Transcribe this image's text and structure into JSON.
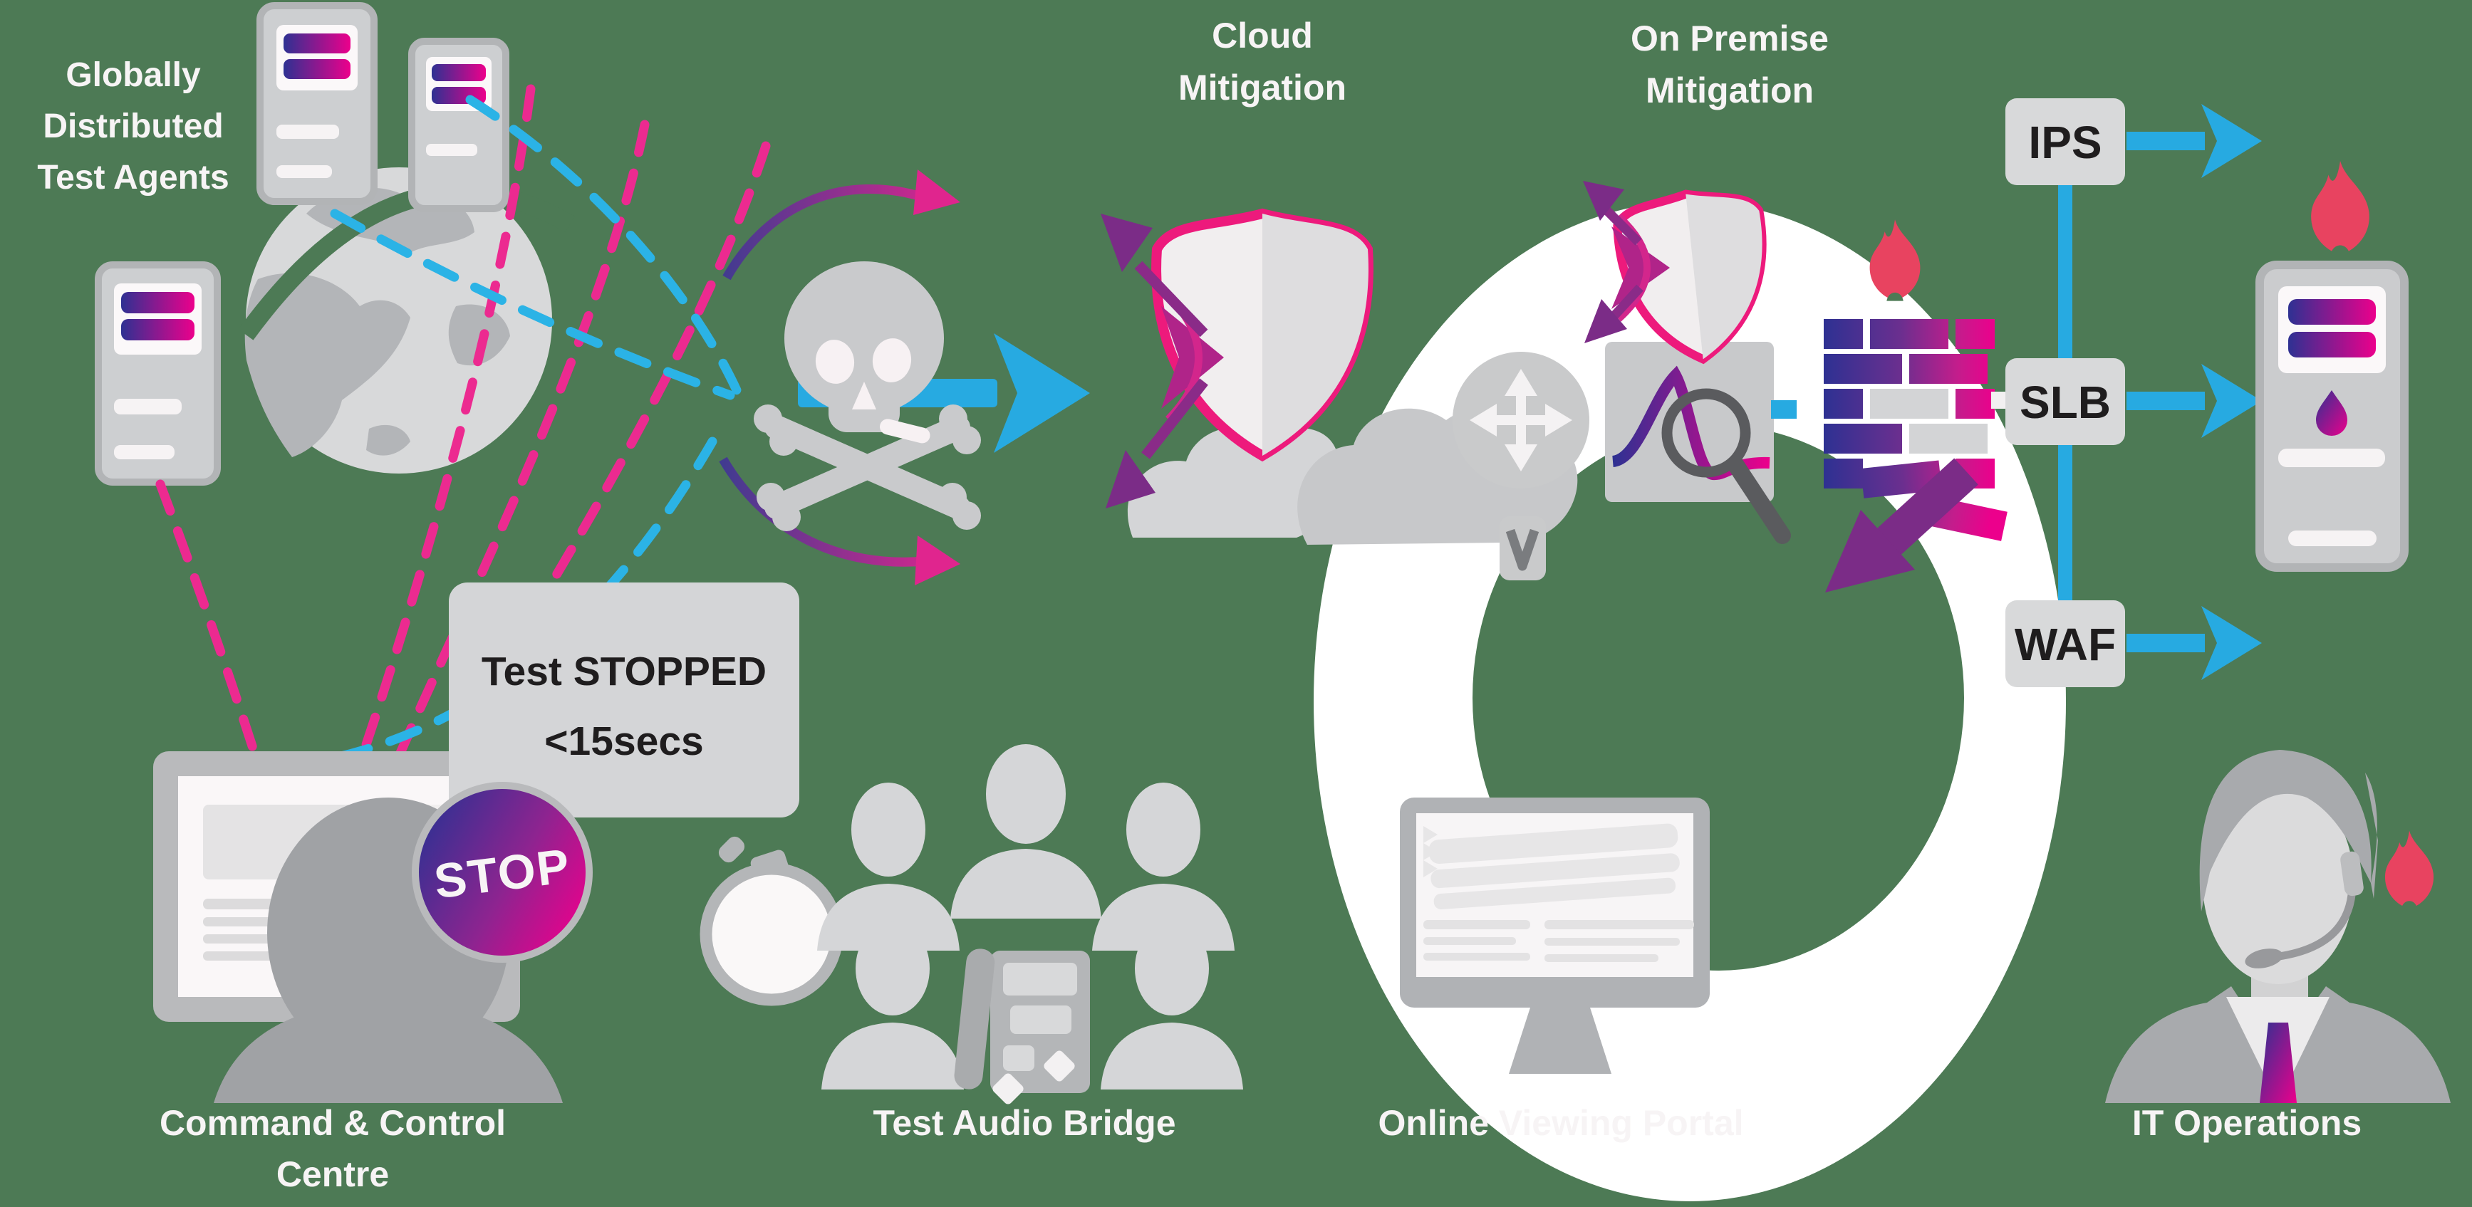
{
  "labels": {
    "test_agents": {
      "line1": "Globally",
      "line2": "Distributed",
      "line3": "Test Agents"
    },
    "cloud_mitigation": {
      "line1": "Cloud",
      "line2": "Mitigation"
    },
    "on_premise_mitigation": {
      "line1": "On Premise",
      "line2": "Mitigation"
    },
    "ips": "IPS",
    "slb": "SLB",
    "waf": "WAF",
    "callout": {
      "line1": "Test STOPPED",
      "line2": "<15secs"
    },
    "stop": "STOP",
    "command_control": {
      "line1": "Command & Control",
      "line2": "Centre"
    },
    "test_audio_bridge": "Test Audio Bridge",
    "online_viewing_portal": "Online Viewing Portal",
    "it_operations": "IT Operations"
  },
  "palette": {
    "background_green": "#4d7a55",
    "brand_pink": "#ec2a90",
    "shield_pink": "#ed1a7c",
    "brand_dark_blue": "#2e3192",
    "brand_purple": "#7b2c87",
    "cyan": "#29abe2",
    "flame_crimson": "#e84360",
    "light_gray": "#d2d3d5",
    "mid_gray": "#a6a8ab",
    "white": "#ffffff"
  },
  "icons": [
    "server-icon",
    "globe-icon",
    "skull-crossbones-icon",
    "shield-icon",
    "cloud-icon",
    "router-icon",
    "v-badge-icon",
    "analytics-magnifier-icon",
    "firewall-icon",
    "flame-icon",
    "stop-sign-icon",
    "speech-bubble-icon",
    "operator-icon",
    "stopwatch-icon",
    "people-group-icon",
    "conference-phone-icon",
    "monitor-icon",
    "headset-agent-icon",
    "cycle-ring-icon",
    "arrow-icon"
  ]
}
